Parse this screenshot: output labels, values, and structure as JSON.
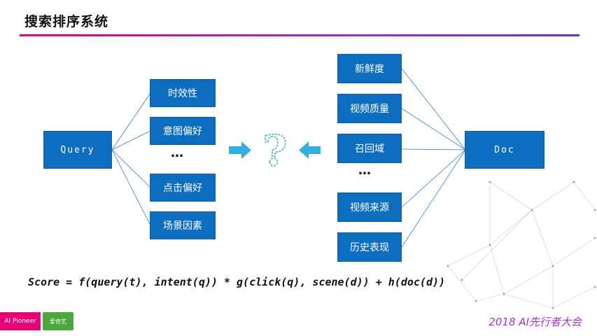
{
  "title": "搜索排序系统",
  "left_node": "Query",
  "right_node": "Doc",
  "query_factors": [
    "时效性",
    "意图偏好",
    "点击偏好",
    "场景因素"
  ],
  "doc_factors": [
    "新鲜度",
    "视频质量",
    "召回域",
    "视频来源",
    "历史表现"
  ],
  "ellipsis": "…",
  "center_symbol": "?",
  "formula": "Score = f(query(t), intent(q)) * g(click(q), scene(d)) + h(doc(d))",
  "brand": {
    "left": "AI Pioneer",
    "logo": "爱奇艺"
  },
  "footer": "2018 AI先行者大会",
  "colors": {
    "box": "#0d6ebf",
    "arrow": "#33aee0",
    "question": "#6fb3d9",
    "accent": "#e8007a",
    "footer": "#a133c9"
  }
}
